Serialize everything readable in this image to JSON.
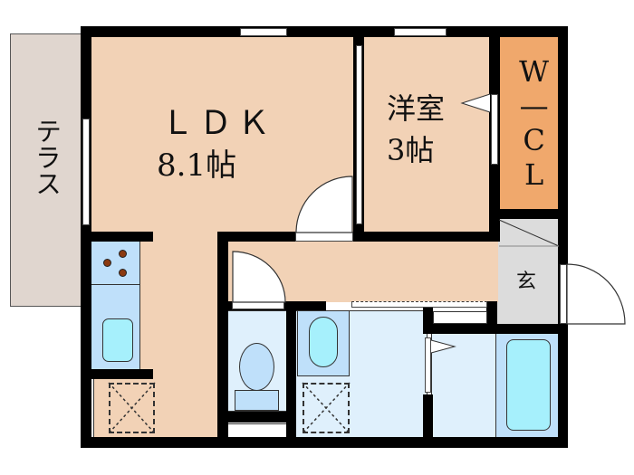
{
  "floor_plan": {
    "rooms": [
      {
        "id": "terrace",
        "label": "テラス"
      },
      {
        "id": "ldk",
        "label": "ＬＤＫ",
        "size": "8.1帖"
      },
      {
        "id": "western_room",
        "label": "洋室",
        "size": "3帖"
      },
      {
        "id": "walk_in_closet",
        "label": "W—CL"
      },
      {
        "id": "entrance",
        "label": "玄"
      },
      {
        "id": "kitchen",
        "label": ""
      },
      {
        "id": "toilet",
        "label": ""
      },
      {
        "id": "washroom",
        "label": ""
      },
      {
        "id": "bathroom",
        "label": ""
      }
    ],
    "colors": {
      "wall": "#000000",
      "ldk": "#f2d2b6",
      "wcl": "#f0a86c",
      "terrace": "#e0d6cf",
      "entrance": "#dcdcdc",
      "wet_area": "#dff0fc",
      "fixture": "#a6f0fc"
    }
  }
}
